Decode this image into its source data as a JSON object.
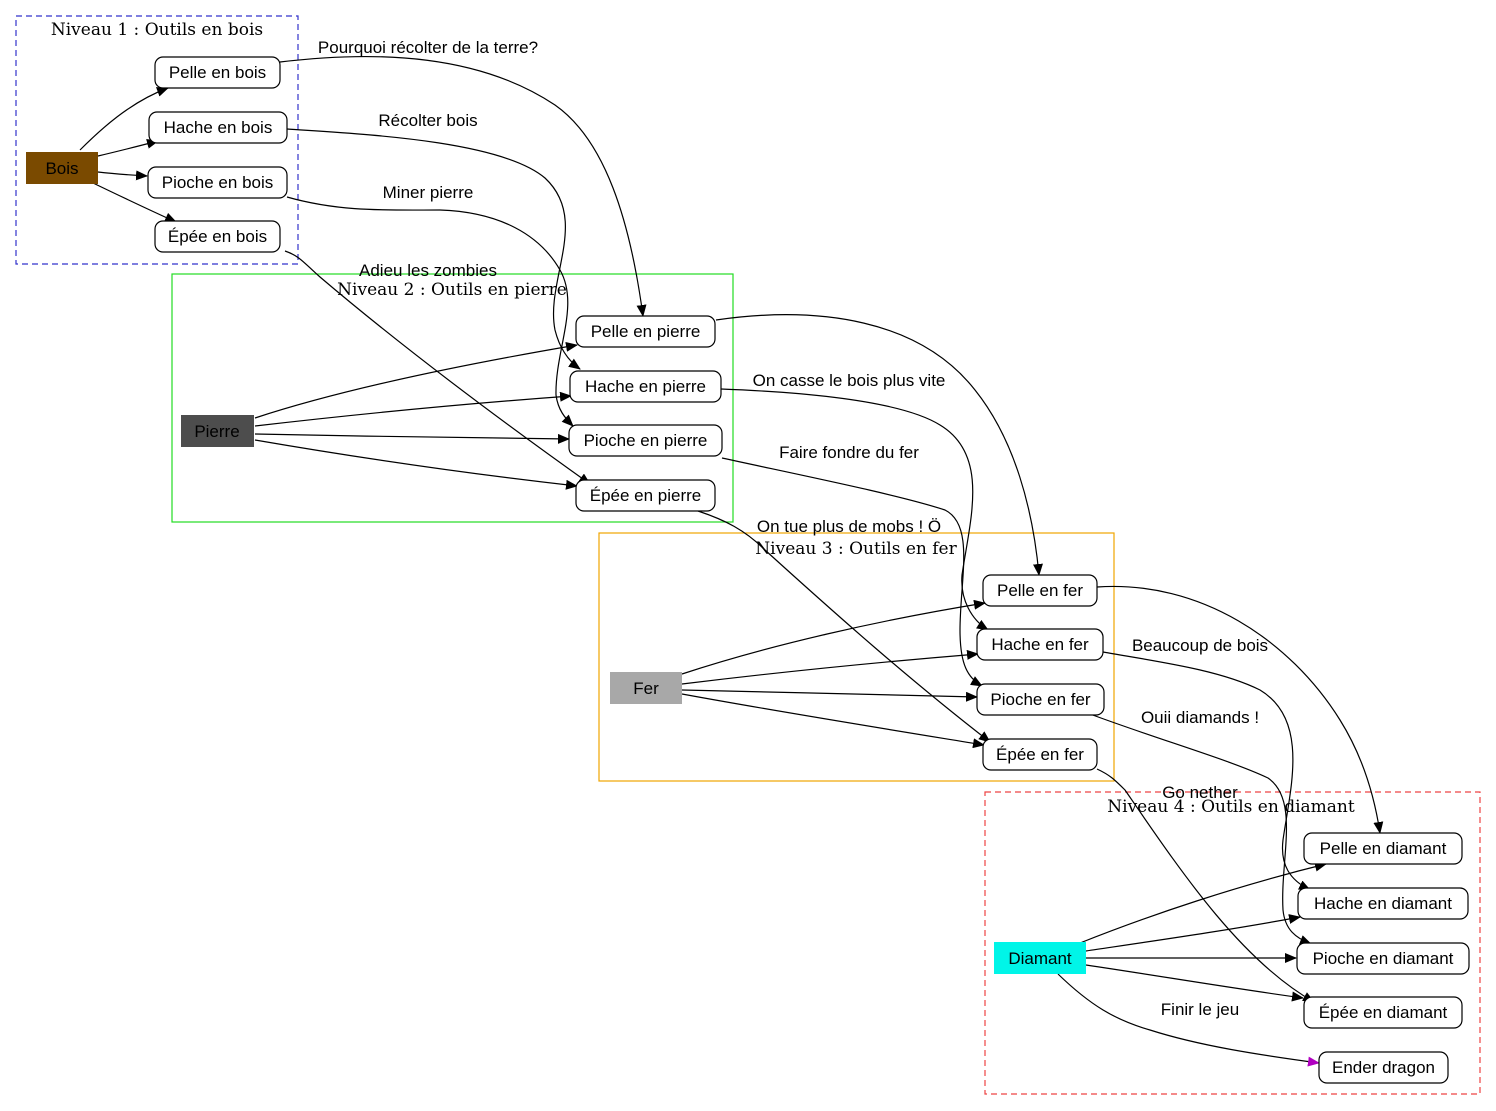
{
  "clusters": {
    "level1": {
      "label": "Niveau 1 : Outils en bois",
      "color": "#3333cc"
    },
    "level2": {
      "label": "Niveau 2 : Outils en pierre",
      "color": "#22dd22"
    },
    "level3": {
      "label": "Niveau 3 : Outils en fer",
      "color": "#f0a500"
    },
    "level4": {
      "label": "Niveau 4 : Outils en diamant",
      "color": "#ee4444"
    }
  },
  "materials": {
    "bois": {
      "label": "Bois",
      "color": "#7a4a00"
    },
    "pierre": {
      "label": "Pierre",
      "color": "#4d4d4d"
    },
    "fer": {
      "label": "Fer",
      "color": "#a8a8a8"
    },
    "diamant": {
      "label": "Diamant",
      "color": "#00f5e8"
    }
  },
  "tools": {
    "pelle_bois": "Pelle en bois",
    "hache_bois": "Hache en bois",
    "pioche_bois": "Pioche en bois",
    "epee_bois": "Épée en bois",
    "pelle_pierre": "Pelle en pierre",
    "hache_pierre": "Hache en pierre",
    "pioche_pierre": "Pioche en pierre",
    "epee_pierre": "Épée en pierre",
    "pelle_fer": "Pelle en fer",
    "hache_fer": "Hache en fer",
    "pioche_fer": "Pioche en fer",
    "epee_fer": "Épée en fer",
    "pelle_diamant": "Pelle en diamant",
    "hache_diamant": "Hache en diamant",
    "pioche_diamant": "Pioche en diamant",
    "epee_diamant": "Épée en diamant",
    "ender_dragon": "Ender dragon"
  },
  "edge_labels": {
    "pelle_bois_pierre": "Pourquoi récolter de la terre?",
    "hache_bois_pierre": "Récolter bois",
    "pioche_bois_pierre": "Miner pierre",
    "epee_bois_pierre": "Adieu les zombies",
    "hache_pierre_fer": "On casse le bois plus vite",
    "pioche_pierre_fer": "Faire fondre du fer",
    "epee_pierre_fer": "On tue plus de mobs ! Ö",
    "hache_fer_diamant": "Beaucoup de bois",
    "pioche_fer_diamant": "Ouii diamands !",
    "epee_fer_diamant": "Go nether",
    "diamant_ender": "Finir le jeu"
  },
  "colors": {
    "edge": "#000000",
    "final_edge": "#b000c0"
  }
}
